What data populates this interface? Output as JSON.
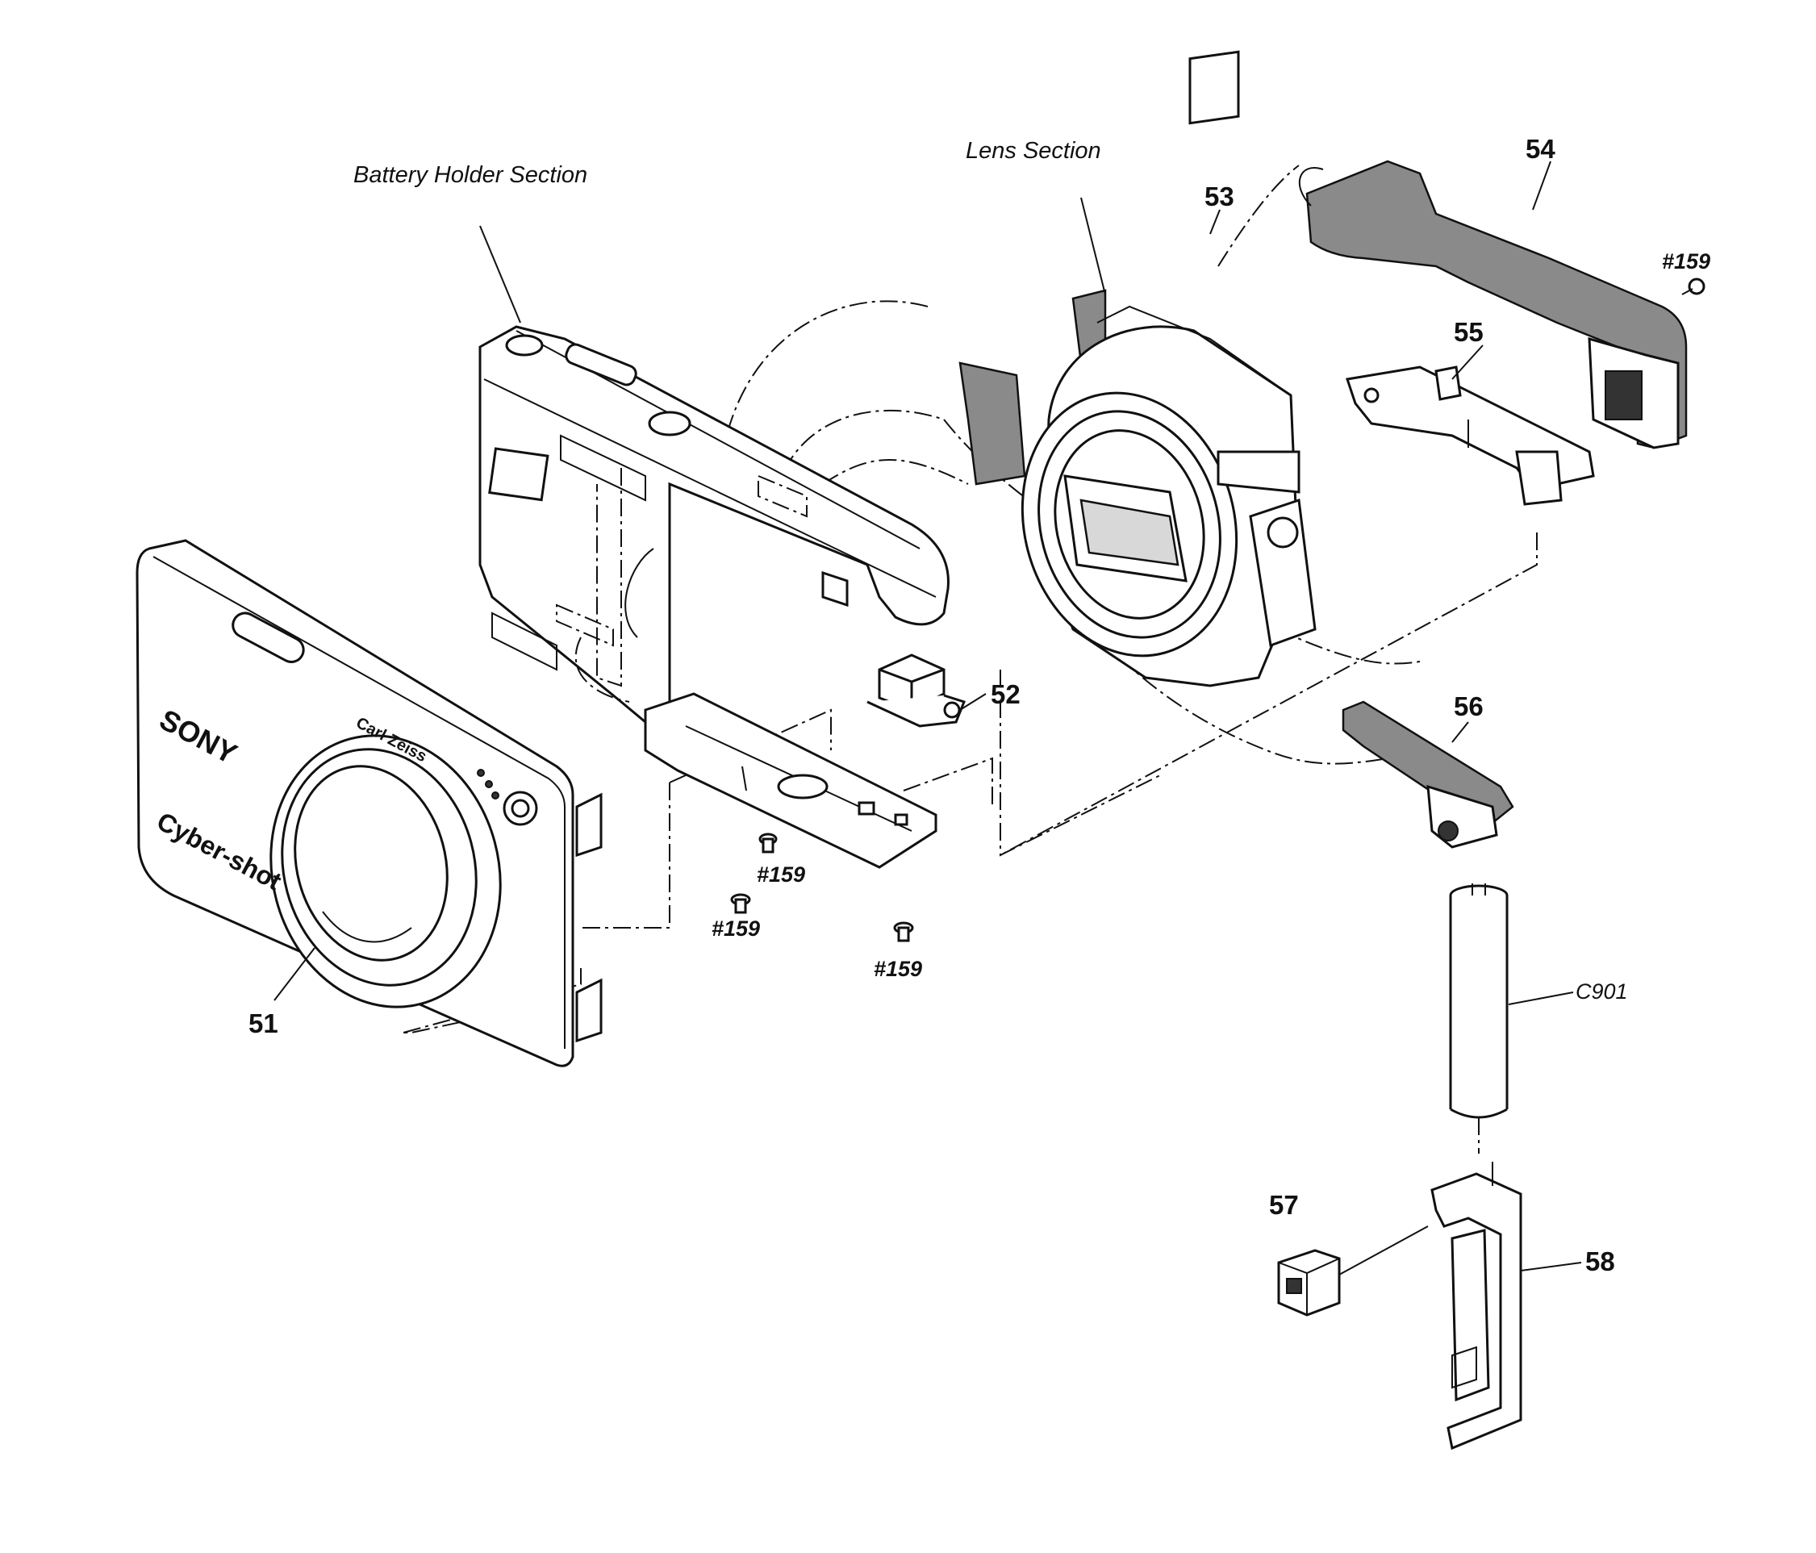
{
  "sections": {
    "battery_holder": "Battery Holder Section",
    "lens": "Lens Section"
  },
  "parts": {
    "p51": "51",
    "p52": "52",
    "p53": "53",
    "p54": "54",
    "p55": "55",
    "p56": "56",
    "p57": "57",
    "p58": "58",
    "c901": "C901"
  },
  "screws": {
    "s1": "#159",
    "s2": "#159",
    "s3": "#159",
    "s4": "#159"
  },
  "front_cover": {
    "brand": "SONY",
    "model": "Cyber-shot",
    "lens_brand": "Carl Zeiss"
  }
}
